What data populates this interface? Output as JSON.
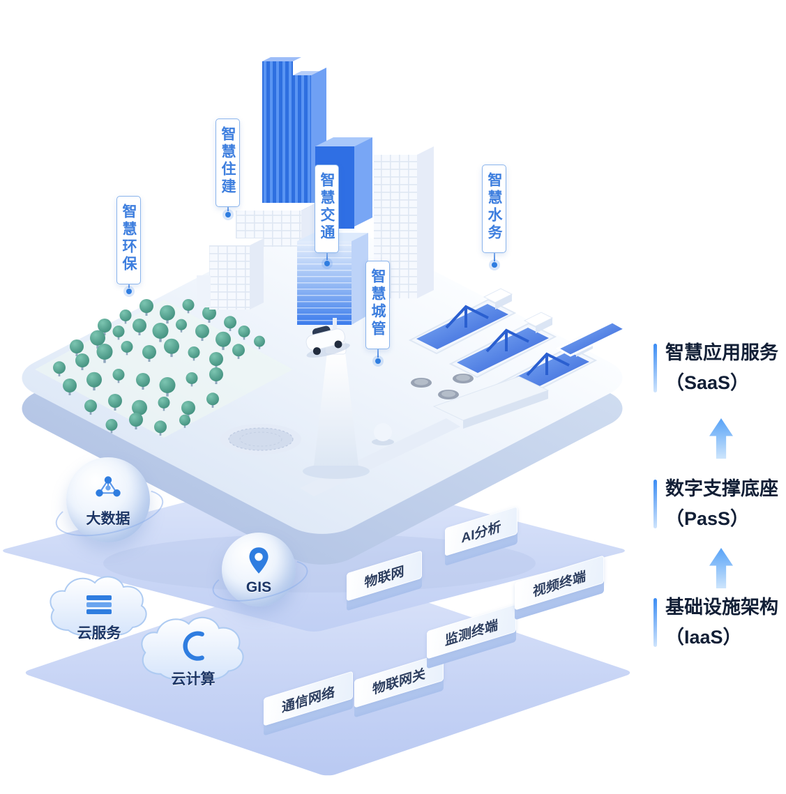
{
  "callouts": {
    "env": "智慧环保",
    "housing": "智慧住建",
    "traffic": "智慧交通",
    "urban": "智慧城管",
    "water": "智慧水务"
  },
  "paas": {
    "bigdata": "大数据",
    "gis": "GIS",
    "iot": "物联网",
    "ai": "AI分析"
  },
  "iaas": {
    "cloud_service": "云服务",
    "cloud_computing": "云计算",
    "comm_network": "通信网络",
    "iot_gateway": "物联网关",
    "monitor_terminal": "监测终端",
    "video_terminal": "视频终端"
  },
  "tiers": {
    "saas": {
      "title": "智慧应用服务",
      "sub": "（SaaS）"
    },
    "paas": {
      "title": "数字支撑底座",
      "sub": "（PasS）"
    },
    "iaas": {
      "title": "基础设施架构",
      "sub": "（IaaS）"
    }
  },
  "colors": {
    "accent_blue": "#2f7de0",
    "callout_text": "#3d7ede",
    "dark_text": "#121f36",
    "tree_teal": "#3c8a79",
    "layer_lavender": "#c9d6f5",
    "tower_blue": "#2e6fe0"
  }
}
